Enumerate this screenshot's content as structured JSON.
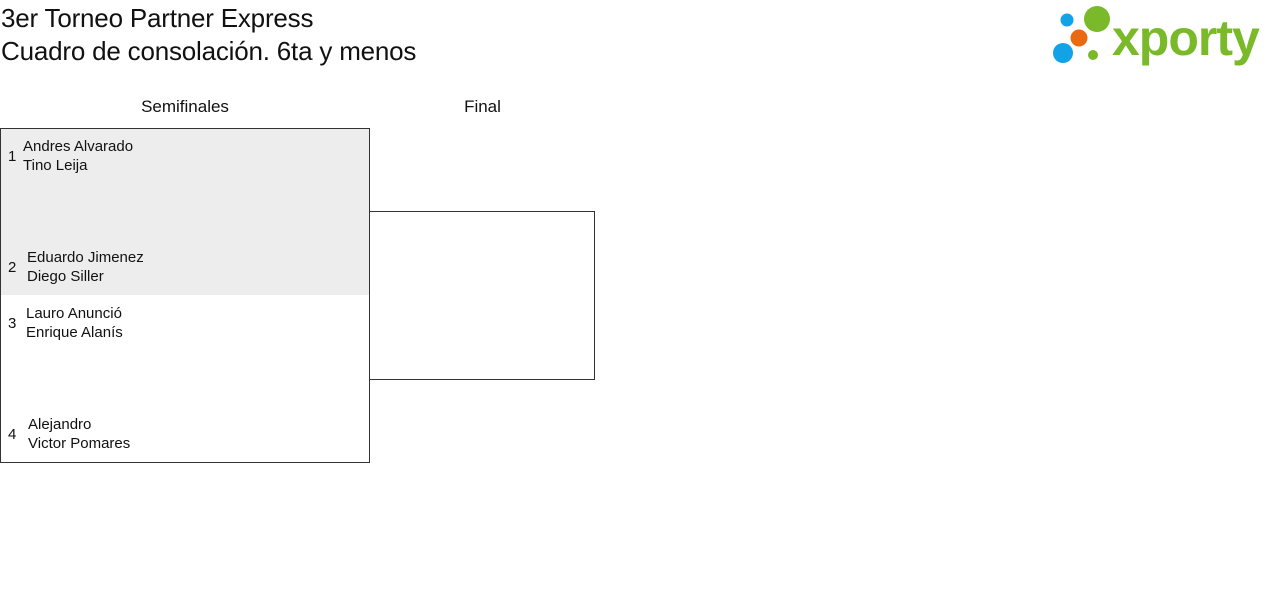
{
  "header": {
    "title_line1": "3er Torneo Partner Express",
    "title_line2": "Cuadro de consolación. 6ta y menos"
  },
  "logo": {
    "text": "xporty",
    "colors": {
      "green": "#7ab929",
      "blue": "#12a3e6",
      "orange": "#ea6a12"
    }
  },
  "rounds": {
    "semis": "Semifinales",
    "final": "Final"
  },
  "matches": [
    {
      "entries": [
        {
          "seed": "1",
          "player1": "Andres Alvarado",
          "player2": "Tino Leija"
        },
        {
          "seed": "2",
          "player1": "Eduardo Jimenez",
          "player2": "Diego Siller"
        }
      ]
    },
    {
      "entries": [
        {
          "seed": "3",
          "player1": "Lauro Anunció",
          "player2": "Enrique Alanís"
        },
        {
          "seed": "4",
          "player1": "Alejandro",
          "player2": "Victor Pomares"
        }
      ]
    }
  ],
  "colors": {
    "highlight_bg": "#ededed",
    "border": "#333333"
  }
}
